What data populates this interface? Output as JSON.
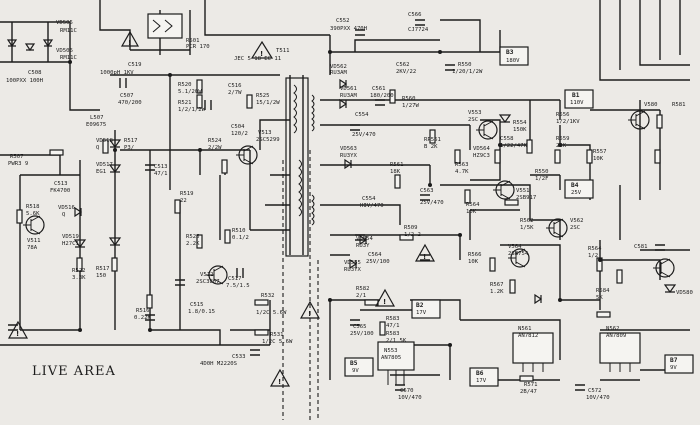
{
  "area_label": "LIVE AREA",
  "warning_mark": "!",
  "parts": {
    "r501": [
      "R501",
      "PCR 170"
    ],
    "c552": [
      "C552",
      "390PXX 470H"
    ],
    "c566": [
      "C566",
      "CJ7724"
    ],
    "b3": [
      "B3",
      "180V"
    ],
    "vd505": [
      "VD505",
      "RM11C"
    ],
    "vd506": [
      "VD506",
      "RM11C"
    ],
    "c508": [
      "C508",
      "100PXX 100H"
    ],
    "t511": [
      "T511",
      "JEC 5 18 EC 11"
    ],
    "c519": [
      "C519",
      "1000pH 1KV"
    ],
    "l507": [
      "L507",
      "E09675"
    ],
    "c507": [
      "C507",
      "470/200"
    ],
    "r520": [
      "R520",
      "5.1/20W"
    ],
    "r521": [
      "R521",
      "1/2/1/2W"
    ],
    "c516": [
      "C516",
      "2/7W"
    ],
    "r525": [
      "R525",
      "15/1/2W"
    ],
    "vd562": [
      "VD562",
      "RU3AM"
    ],
    "c562": [
      "C562",
      "2KV/22"
    ],
    "r550": [
      "R550",
      "1/20/1/2W"
    ],
    "b1": [
      "B1",
      "110V"
    ],
    "v580": [
      "V580",
      ""
    ],
    "r581": [
      "R581",
      ""
    ],
    "c561": [
      "C561",
      "180/200"
    ],
    "vd561": [
      "VD561",
      "RU3AM"
    ],
    "c554": [
      "C554",
      "25V/470"
    ],
    "r560": [
      "R560",
      "1/27W"
    ],
    "v553": [
      "V553",
      "2SC"
    ],
    "r554": [
      "R554",
      "150K"
    ],
    "r556": [
      "R556",
      "1/2/1KV"
    ],
    "c558": [
      "C558",
      "1/22/47K"
    ],
    "r559": [
      "R559",
      "22K"
    ],
    "r557": [
      "R557",
      "10K"
    ],
    "vd518": [
      "VD518",
      "Q"
    ],
    "r517": [
      "R517",
      "P3/"
    ],
    "r524": [
      "R524",
      "2/2W"
    ],
    "c504": [
      "C504",
      "120/2"
    ],
    "v513": [
      "V513",
      "2SC5299"
    ],
    "rp561": [
      "RP561",
      "B 2K"
    ],
    "r563": [
      "R563",
      "4.7K"
    ],
    "vd564": [
      "VD564",
      "HZ9C3"
    ],
    "vd563": [
      "VD563",
      "RU3YX"
    ],
    "r561": [
      "R561",
      "18K"
    ],
    "r550b": [
      "R550",
      "1/2F"
    ],
    "b4": [
      "B4",
      "25V"
    ],
    "r507": [
      "R507",
      "PWR3 9"
    ],
    "c513": [
      "C513",
      "47/1"
    ],
    "vd517": [
      "VD517",
      "EG1"
    ],
    "r519": [
      "R519",
      "22"
    ],
    "c563": [
      "C563",
      "25V/470"
    ],
    "r564": [
      "R564",
      "10K"
    ],
    "v551": [
      "V551",
      "2SB917"
    ],
    "c513b": [
      "C513",
      "FK4700"
    ],
    "r518": [
      "R518",
      "5.6K"
    ],
    "vd516": [
      "VD516",
      "Q"
    ],
    "c554b": [
      "C554",
      "HIV/470"
    ],
    "r562": [
      "R562",
      "1/5K"
    ],
    "v562": [
      "V562",
      "2SC"
    ],
    "v511": [
      "V511",
      "78A"
    ],
    "vd519": [
      "VD519",
      "H27C1"
    ],
    "r526": [
      "R526",
      "2.2K"
    ],
    "r510": [
      "R510",
      "0.1/2"
    ],
    "vd554": [
      "VD554",
      "RU3Y"
    ],
    "r509": [
      "R509",
      "1/2 2"
    ],
    "r564b": [
      "R564",
      "1/2"
    ],
    "c581": [
      "C581",
      ""
    ],
    "r522": [
      "R522",
      "3.3K"
    ],
    "r517b": [
      "R517",
      "150"
    ],
    "r516": [
      "R516",
      "0.22K"
    ],
    "v512": [
      "V512",
      "2SC3807"
    ],
    "c517": [
      "C517",
      "7.5/1.5"
    ],
    "vd555": [
      "VD555",
      "RU3YX"
    ],
    "c564": [
      "C564",
      "25V/100"
    ],
    "r566": [
      "R566",
      "10K"
    ],
    "v564": [
      "V564",
      "2SB754"
    ],
    "r567": [
      "R567",
      "1.2K"
    ],
    "c515": [
      "C515",
      "1.8/0.15"
    ],
    "r532": [
      "R532",
      "1/2C 5.6W"
    ],
    "r582": [
      "R582",
      "2/1"
    ],
    "r583": [
      "R583",
      "47/1"
    ],
    "r584": [
      "R584",
      "5K"
    ],
    "vd580": [
      "VD580",
      ""
    ],
    "r531": [
      "R531",
      "1/2C 5.6W"
    ],
    "b2": [
      "B2",
      "17V"
    ],
    "c565": [
      "C565",
      "25V/100"
    ],
    "r583b": [
      "R583",
      "2/1 5K"
    ],
    "n561": [
      "N561",
      "AN7812"
    ],
    "n562": [
      "N562",
      "AN7809"
    ],
    "b5": [
      "B5",
      "9V"
    ],
    "n553": [
      "N553",
      "AN7805"
    ],
    "c533": [
      "C533",
      "4D0H M2220S"
    ],
    "b6": [
      "B6",
      "17V"
    ],
    "b7": [
      "B7",
      "9V"
    ],
    "r571": [
      "R571",
      "2B/47"
    ],
    "c570": [
      "C570",
      "10V/470"
    ],
    "c572": [
      "C572",
      "10V/470"
    ]
  }
}
